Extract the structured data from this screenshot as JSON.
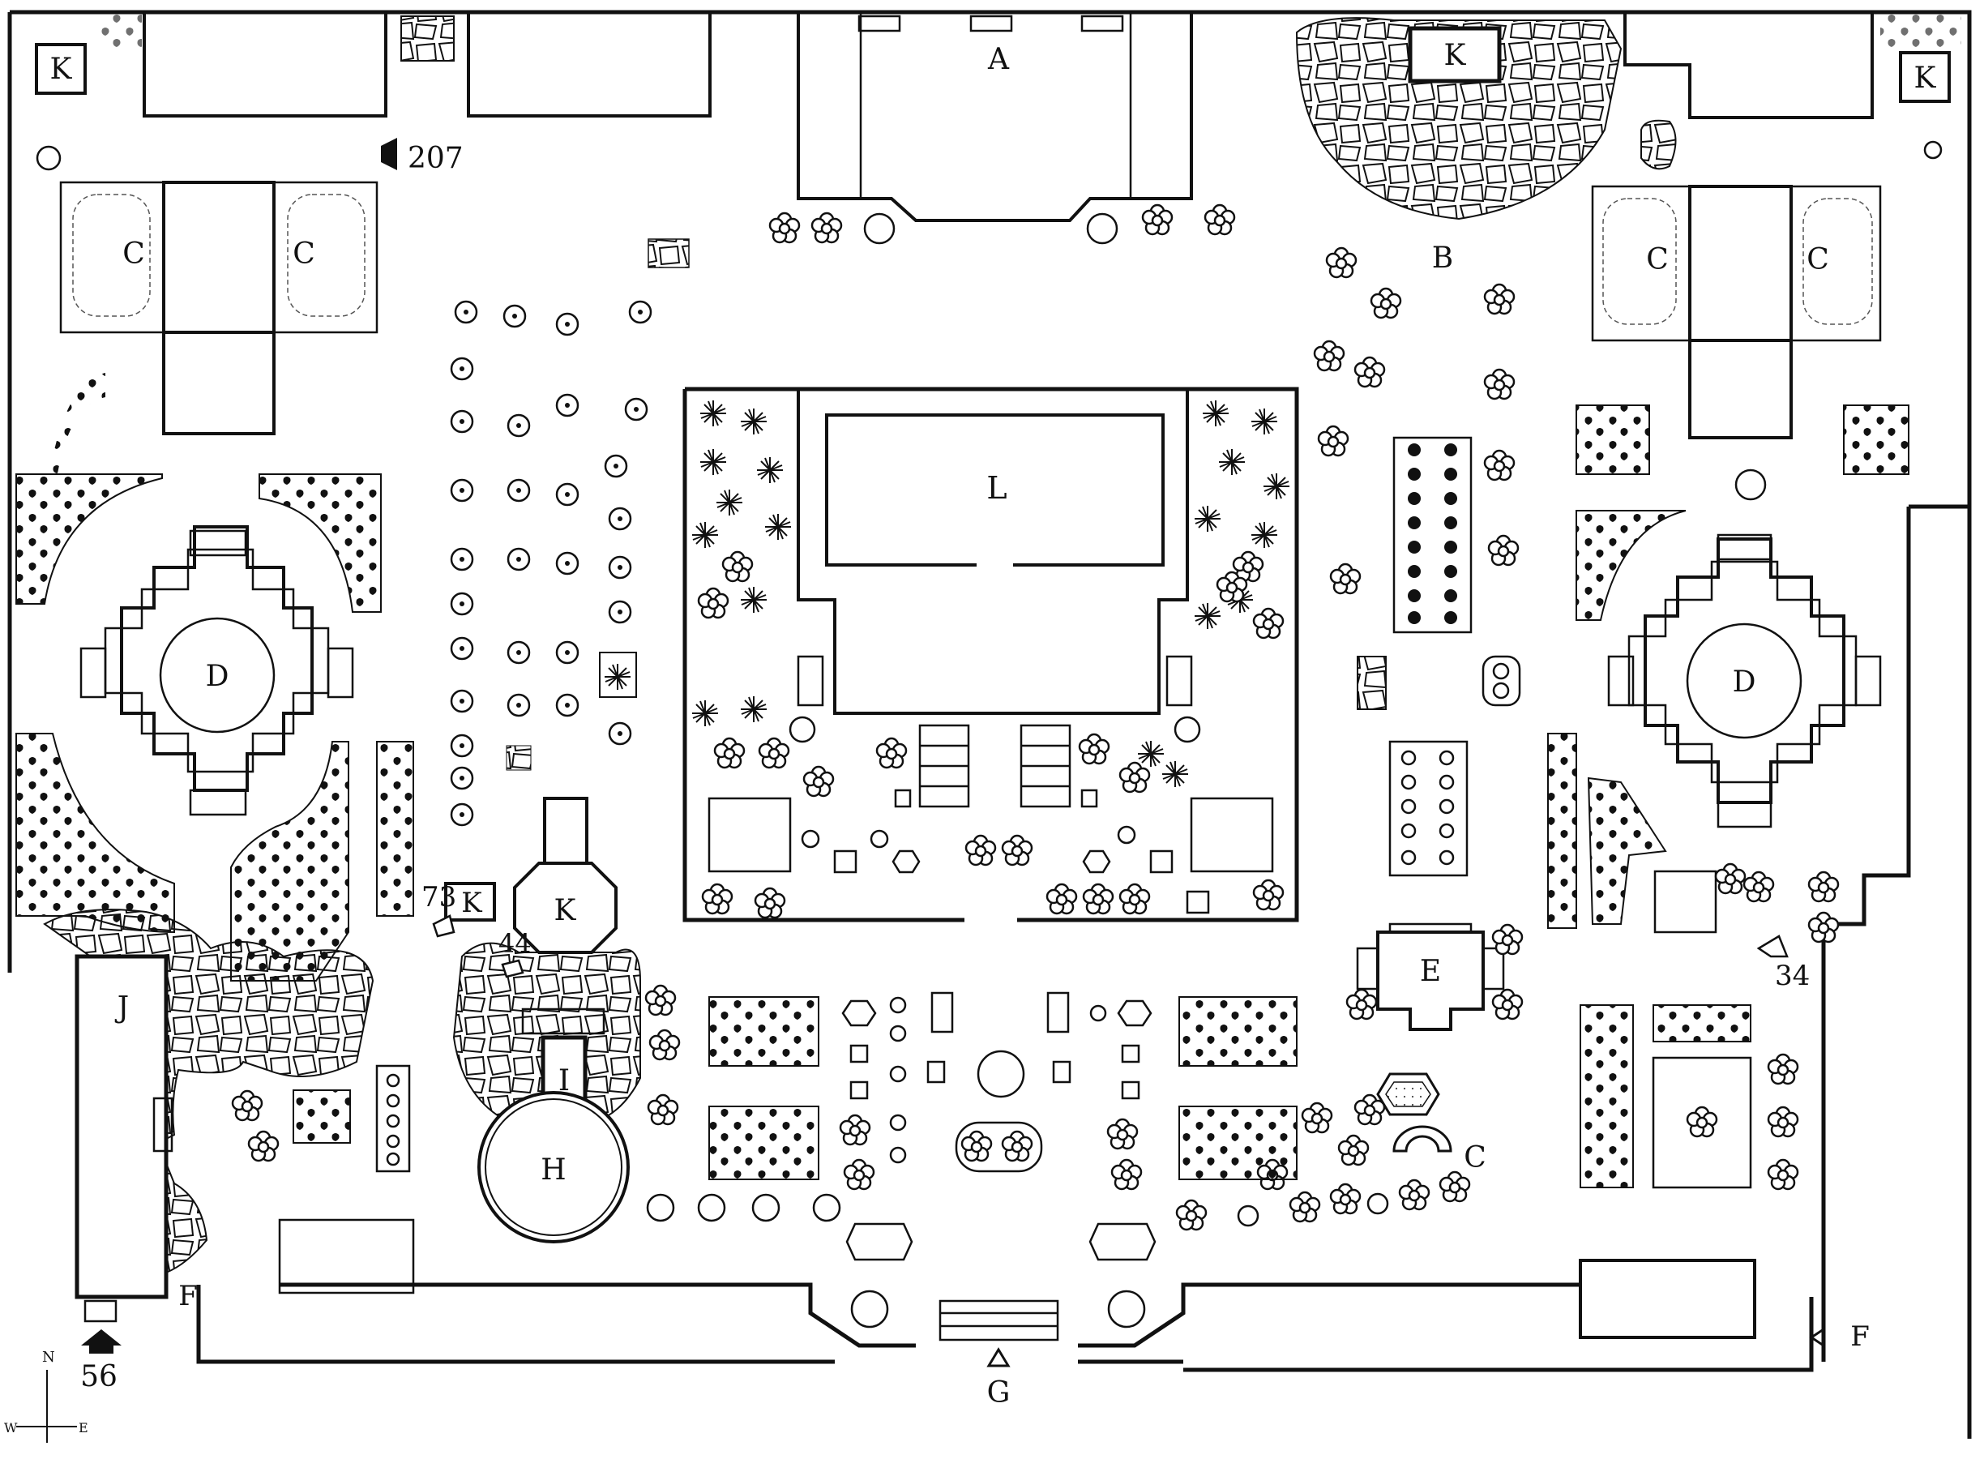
{
  "plan": {
    "labels": {
      "A": "A",
      "B": "B",
      "C": "C",
      "D": "D",
      "E": "E",
      "F": "F",
      "G": "G",
      "H": "H",
      "I": "I",
      "J": "J",
      "K": "K",
      "L": "L"
    },
    "view_markers": {
      "m207": "207",
      "m73": "73",
      "m44": "44",
      "m34": "34",
      "m56": "56"
    },
    "compass": {
      "north": "N",
      "west": "W",
      "east": "E"
    }
  }
}
